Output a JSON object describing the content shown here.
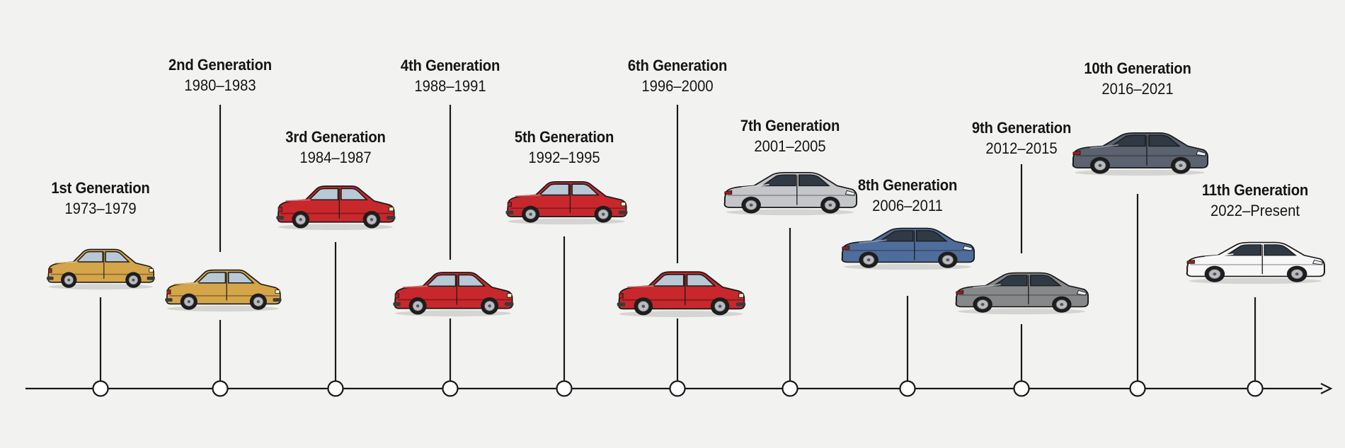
{
  "generations": [
    {
      "title": "1st Generation",
      "years": "1973–1979",
      "color": "#d5a54a",
      "style": "hatch"
    },
    {
      "title": "2nd Generation",
      "years": "1980–1983",
      "color": "#d5a54a",
      "style": "hatch"
    },
    {
      "title": "3rd Generation",
      "years": "1984–1987",
      "color": "#c8282c",
      "style": "hatch"
    },
    {
      "title": "4th Generation",
      "years": "1988–1991",
      "color": "#c8282c",
      "style": "hatch"
    },
    {
      "title": "5th Generation",
      "years": "1992–1995",
      "color": "#c8282c",
      "style": "hatch"
    },
    {
      "title": "6th Generation",
      "years": "1996–2000",
      "color": "#c8282c",
      "style": "hatch"
    },
    {
      "title": "7th Generation",
      "years": "2001–2005",
      "color": "#c4c6c9",
      "style": "sedan"
    },
    {
      "title": "8th Generation",
      "years": "2006–2011",
      "color": "#4f6d9c",
      "style": "sedan"
    },
    {
      "title": "9th Generation",
      "years": "2012–2015",
      "color": "#87888a",
      "style": "sedan"
    },
    {
      "title": "10th Generation",
      "years": "2016–2021",
      "color": "#5b6270",
      "style": "sedan"
    },
    {
      "title": "11th Generation",
      "years": "2022–Present",
      "color": "#f7f7f7",
      "style": "sedan"
    }
  ]
}
